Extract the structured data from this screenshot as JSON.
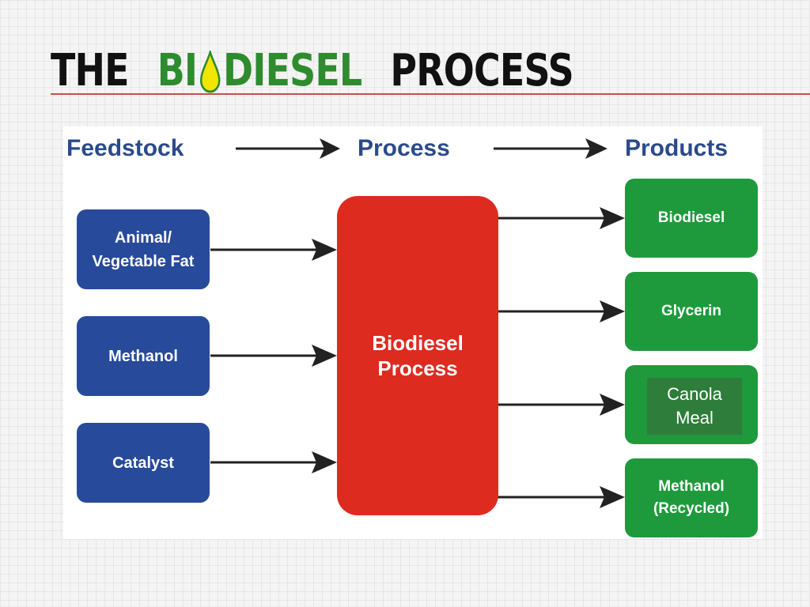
{
  "slide": {
    "title": {
      "word1": "THE",
      "word2_pre": "BI",
      "word2_post": "DIESEL",
      "word3": "PROCESS"
    }
  },
  "diagram": {
    "headers": {
      "feedstock": "Feedstock",
      "process": "Process",
      "products": "Products"
    },
    "feedstock": {
      "animal_fat_line1": "Animal/",
      "animal_fat_line2": "Vegetable Fat",
      "methanol": "Methanol",
      "catalyst": "Catalyst"
    },
    "process": {
      "line1": "Biodiesel",
      "line2": "Process"
    },
    "products": {
      "biodiesel": "Biodiesel",
      "glycerin": "Glycerin",
      "canola_line1": "Canola",
      "canola_line2": "Meal",
      "methanol_line1": "Methanol",
      "methanol_line2": "(Recycled)"
    },
    "colors": {
      "feedstock": "#284a9a",
      "process": "#dd2b20",
      "products": "#1e9a3c",
      "header_text": "#2b4a8b",
      "title_green": "#2e8b2e",
      "title_rule": "#c0504d"
    }
  }
}
